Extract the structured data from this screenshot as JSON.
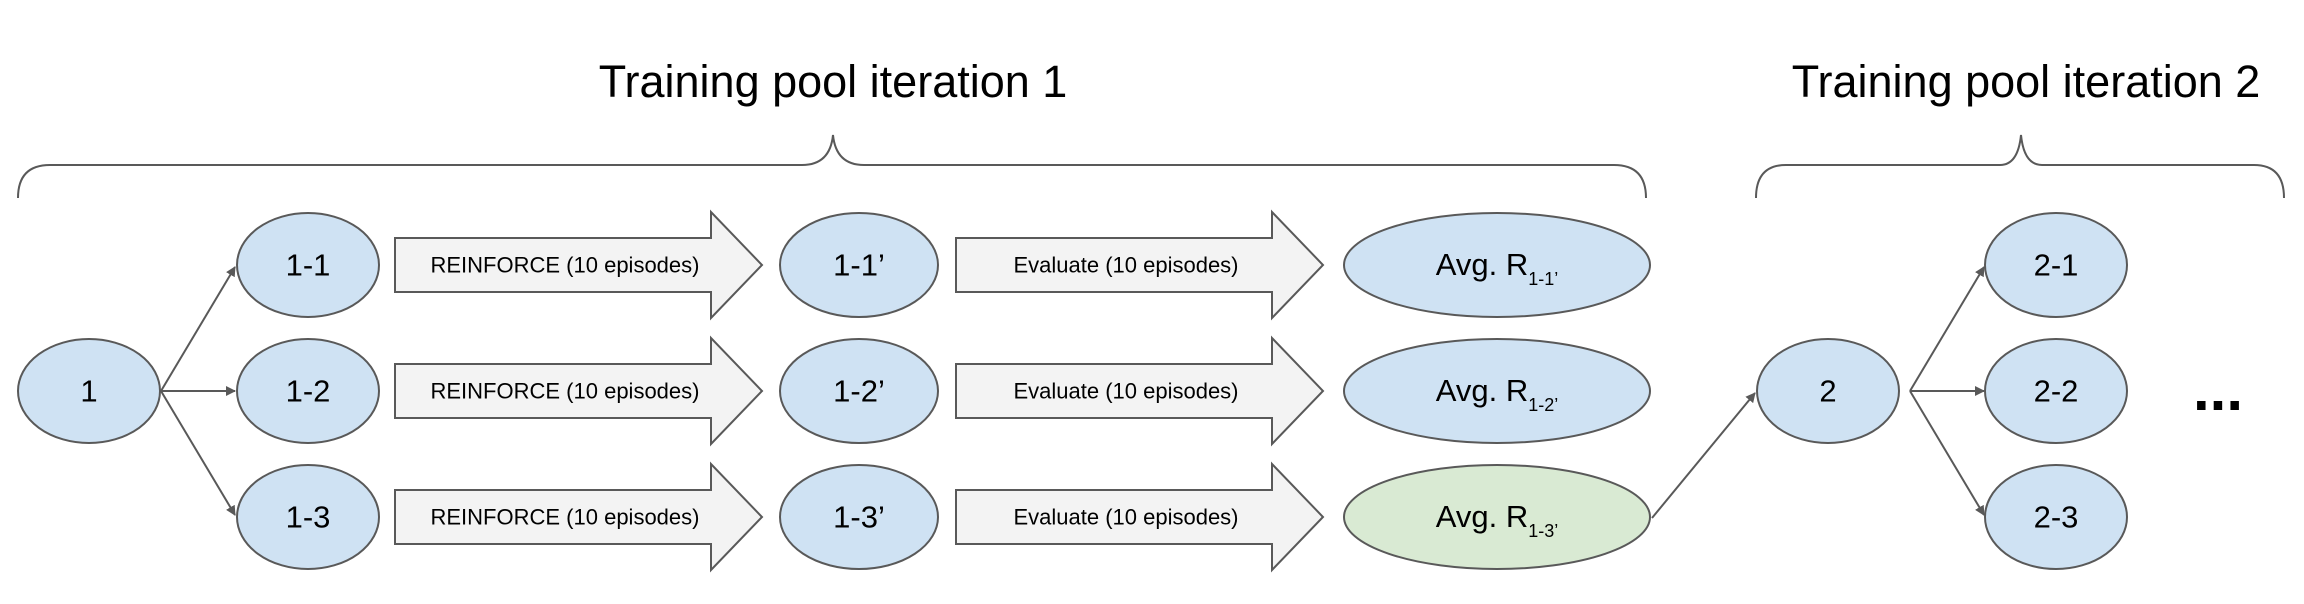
{
  "titles": {
    "iteration_1": "Training pool iteration 1",
    "iteration_2": "Training pool iteration 2"
  },
  "nodes": {
    "root": "1",
    "children": [
      "1-1",
      "1-2",
      "1-3"
    ],
    "trained": [
      "1-1’",
      "1-2’",
      "1-3’"
    ],
    "rewards": [
      {
        "main": "Avg. R",
        "sub": "1-1’"
      },
      {
        "main": "Avg. R",
        "sub": "1-2’"
      },
      {
        "main": "Avg. R",
        "sub": "1-3’"
      }
    ],
    "next_root": "2",
    "next_children": [
      "2-1",
      "2-2",
      "2-3"
    ]
  },
  "steps": {
    "reinforce": "REINFORCE (10 episodes)",
    "evaluate": "Evaluate (10 episodes)"
  },
  "continuation": "...",
  "colors": {
    "node_fill": "#cfe2f3",
    "best_fill": "#d9ead3",
    "arrow_fill": "#f3f3f3",
    "stroke": "#595959"
  }
}
